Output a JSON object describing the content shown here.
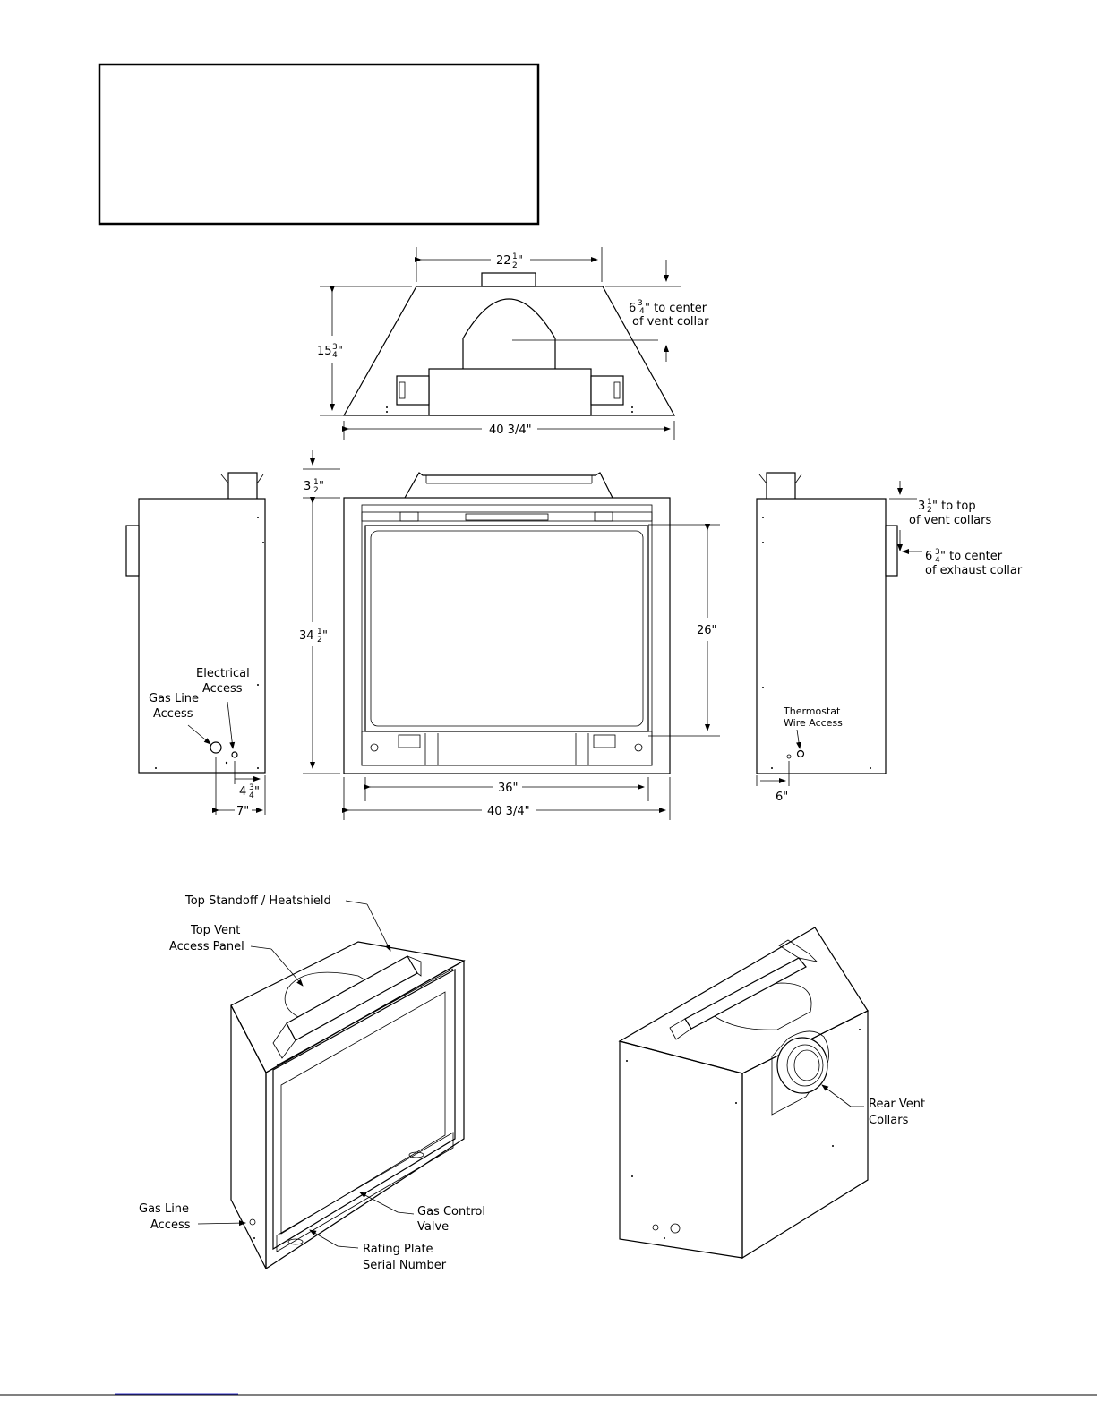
{
  "top_view": {
    "dim_width_top": "22",
    "dim_width_top_frac": "1 2",
    "dim_depth": "15",
    "dim_depth_frac": "3 4",
    "dim_vent_center_a": "6",
    "dim_vent_center_a_frac": "3 4",
    "dim_vent_center_b": "\" to center",
    "dim_vent_center_c": "of vent collar",
    "dim_width_bottom": "40 3/4\""
  },
  "left_side": {
    "label_electrical_1": "Electrical",
    "label_electrical_2": "Access",
    "label_gasline_1": "Gas Line",
    "label_gasline_2": "Access",
    "dim_43_4": "4",
    "dim_43_4_frac": "3 4",
    "dim_7": "7\""
  },
  "front_view": {
    "dim_top_offset": "3",
    "dim_top_offset_frac": "1 2",
    "dim_height": "34",
    "dim_height_frac": "1 2",
    "dim_opening_height": "26\"",
    "dim_opening_width": "36\"",
    "dim_overall_width": "40 3/4\""
  },
  "right_side": {
    "dim_vent_top_a": "3",
    "dim_vent_top_frac": "1 2",
    "dim_vent_top_b": "\" to top",
    "dim_vent_top_c": "of vent collars",
    "dim_exhaust_a": "6",
    "dim_exhaust_frac": "3 4",
    "dim_exhaust_b": "\" to center",
    "dim_exhaust_c": "of exhaust collar",
    "label_thermostat_1": "Thermostat",
    "label_thermostat_2": "Wire Access",
    "dim_6": "6\""
  },
  "iso_front": {
    "label_standoff": "Top Standoff / Heatshield",
    "label_vent_panel_1": "Top Vent",
    "label_vent_panel_2": "Access Panel",
    "label_gasline_1": "Gas Line",
    "label_gasline_2": "Access",
    "label_gas_valve_1": "Gas Control",
    "label_gas_valve_2": "Valve",
    "label_rating_1": "Rating Plate",
    "label_rating_2": "Serial Number"
  },
  "iso_rear": {
    "label_rear_vent_1": "Rear Vent",
    "label_rear_vent_2": "Collars"
  },
  "colors": {
    "line": "#000000",
    "footer_link": "#3333cc"
  }
}
